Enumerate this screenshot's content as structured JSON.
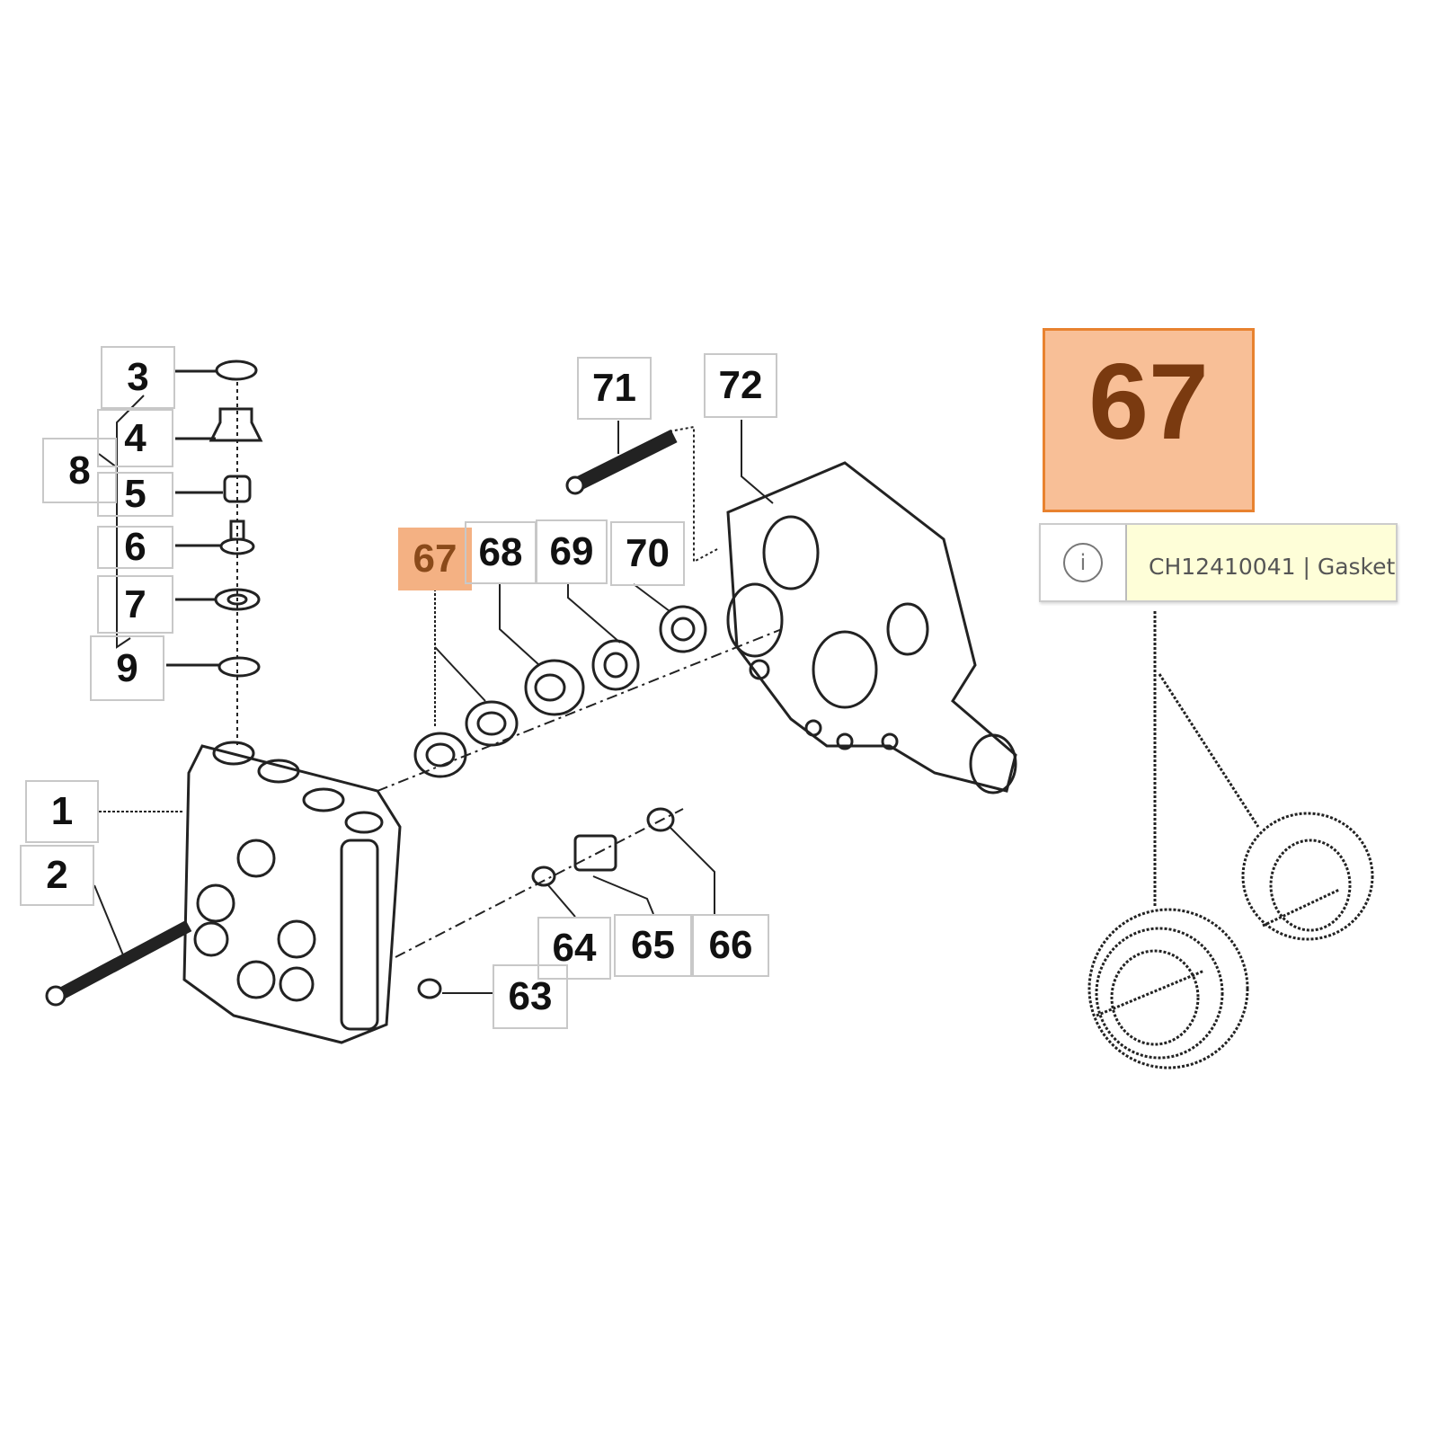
{
  "diagram": {
    "labels": {
      "l1": "1",
      "l2": "2",
      "l3": "3",
      "l4": "4",
      "l5": "5",
      "l6": "6",
      "l7": "7",
      "l8": "8",
      "l9": "9",
      "l63": "63",
      "l64": "64",
      "l65": "65",
      "l66": "66",
      "l67": "67",
      "l68": "68",
      "l69": "69",
      "l70": "70",
      "l71": "71",
      "l72": "72"
    },
    "highlighted_label": "67",
    "highlight_color": "#f4b183"
  },
  "detail": {
    "label": "67",
    "tooltip_icon": "info-icon",
    "tooltip_text": "CH12410041 | Gasket"
  }
}
